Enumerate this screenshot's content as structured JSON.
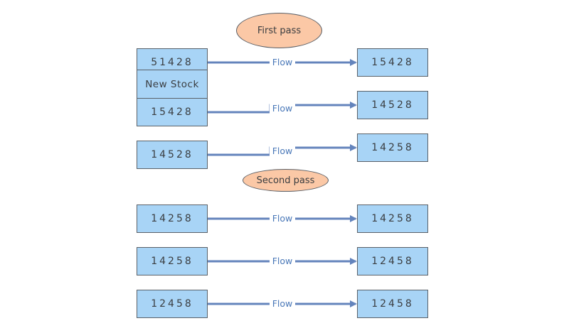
{
  "pass_labels": {
    "first": "First pass",
    "second": "Second pass"
  },
  "flow_label": "Flow",
  "colors": {
    "box_fill": "#a8d4f6",
    "pill_fill": "#fbc8a6",
    "arrow": "#6484bc",
    "flow_text": "#4a78b8"
  },
  "first_pass": {
    "inputs": [
      "51428",
      "New Stock",
      "15428",
      "14528"
    ],
    "outputs": [
      "15428",
      "14528",
      "14258"
    ]
  },
  "second_pass": {
    "inputs": [
      "14258",
      "14258",
      "12458"
    ],
    "outputs": [
      "14258",
      "12458",
      "12458"
    ]
  }
}
